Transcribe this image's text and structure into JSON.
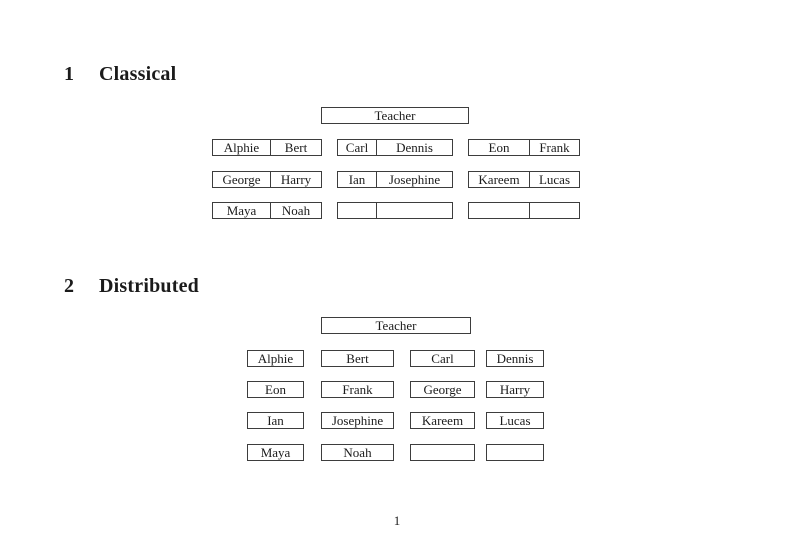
{
  "page_number": "1",
  "colors": {
    "text": "#1b1b1b",
    "border": "#3d3d3d",
    "background": "#ffffff"
  },
  "sections": {
    "classical": {
      "number": "1",
      "title": "Classical",
      "teacher_label": "Teacher",
      "desks": [
        [
          "Alphie",
          "Bert"
        ],
        [
          "Carl",
          "Dennis"
        ],
        [
          "Eon",
          "Frank"
        ],
        [
          "George",
          "Harry"
        ],
        [
          "Ian",
          "Josephine"
        ],
        [
          "Kareem",
          "Lucas"
        ],
        [
          "Maya",
          "Noah"
        ],
        [
          "",
          ""
        ],
        [
          "",
          ""
        ]
      ]
    },
    "distributed": {
      "number": "2",
      "title": "Distributed",
      "teacher_label": "Teacher",
      "seats": [
        "Alphie",
        "Bert",
        "Carl",
        "Dennis",
        "Eon",
        "Frank",
        "George",
        "Harry",
        "Ian",
        "Josephine",
        "Kareem",
        "Lucas",
        "Maya",
        "Noah",
        "",
        ""
      ]
    }
  }
}
